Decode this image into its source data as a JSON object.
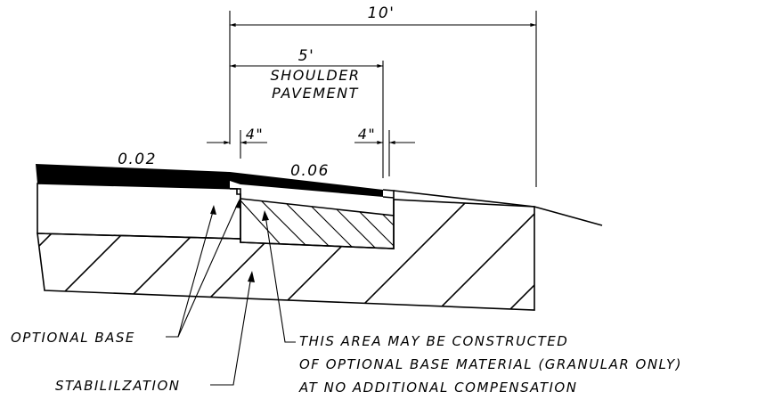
{
  "dimensions": {
    "total_width": "10'",
    "shoulder_width": "5'",
    "shoulder_label_1": "SHOULDER",
    "shoulder_label_2": "PAVEMENT",
    "left_offset": "4\"",
    "right_offset": "4\""
  },
  "slopes": {
    "mainline": "0.02",
    "shoulder": "0.06"
  },
  "notes": {
    "optional_base": "OPTIONAL BASE",
    "stabilization": "STABILILZATION",
    "constructed_line_1": "THIS AREA MAY BE CONSTRUCTED",
    "constructed_line_2": "OF OPTIONAL BASE MATERIAL (GRANULAR ONLY)",
    "constructed_line_3": "AT NO ADDITIONAL COMPENSATION"
  }
}
